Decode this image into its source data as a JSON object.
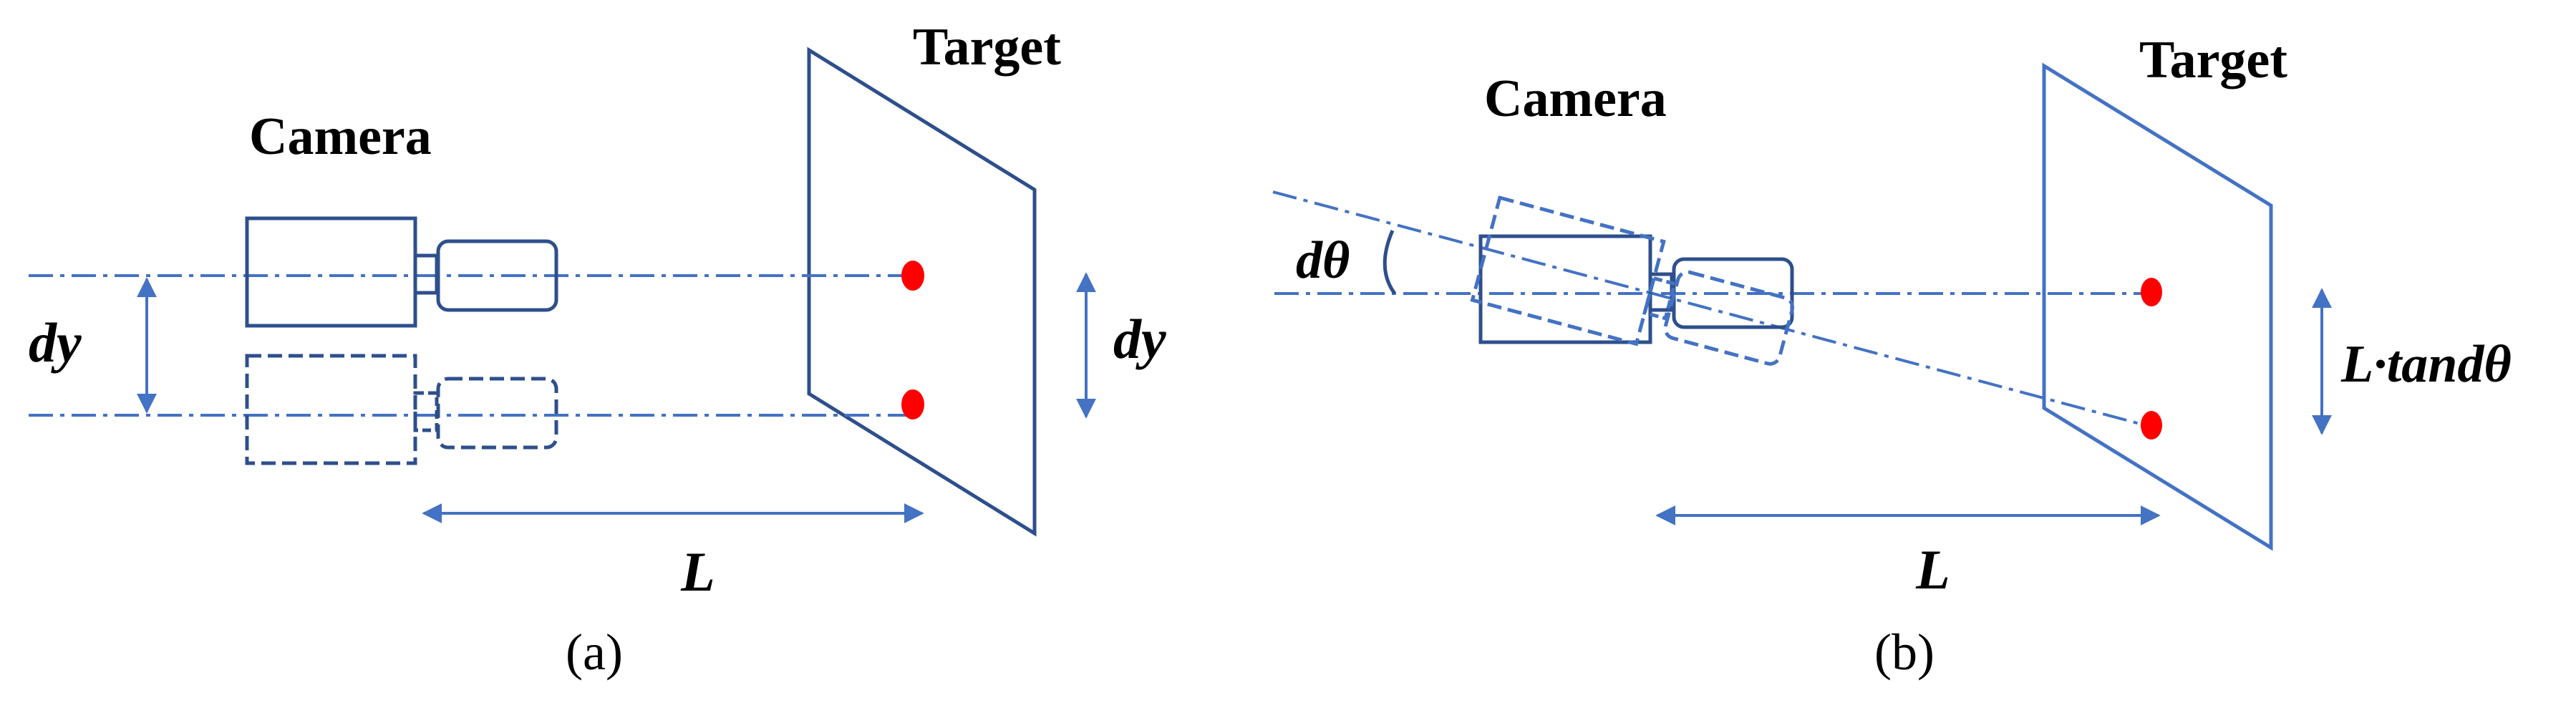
{
  "colors": {
    "line": "#2E4F8C",
    "axis": "#4472C4",
    "marker": "#FF0000",
    "text": "#000000"
  },
  "panel_a": {
    "caption": "(a)",
    "camera_label": "Camera",
    "target_label": "Target",
    "dy_left_label": "dy",
    "dy_right_label": "dy",
    "distance_label": "L"
  },
  "panel_b": {
    "caption": "(b)",
    "camera_label": "Camera",
    "target_label": "Target",
    "angle_label": "dθ",
    "offset_label": "L·tandθ",
    "distance_label": "L"
  }
}
